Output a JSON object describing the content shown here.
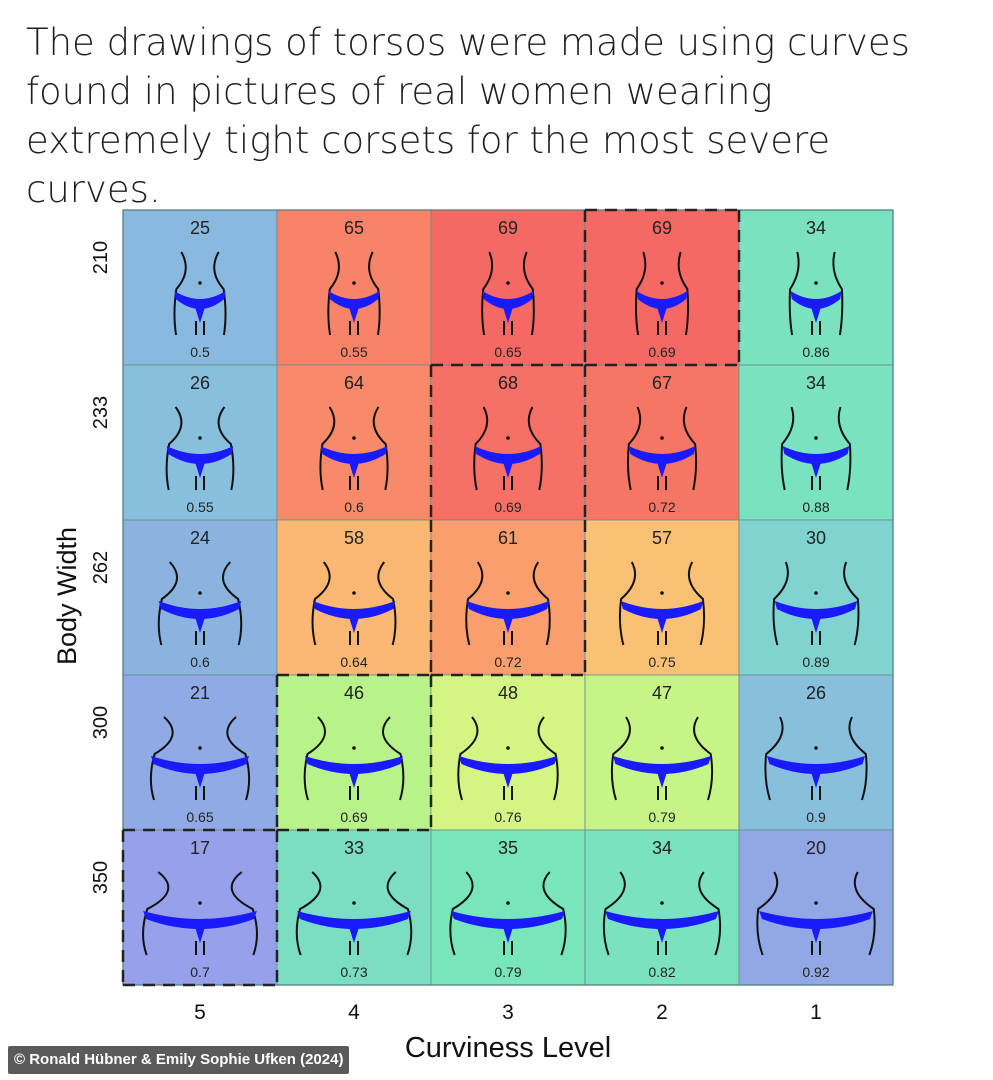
{
  "caption": "The drawings of torsos were made using curves found in pictures of real women wearing extremely tight corsets for the most severe curves.",
  "credit": "© Ronald Hübner & Emily Sophie Ufken (2024)",
  "chart_data": {
    "type": "heatmap",
    "xlabel": "Curviness Level",
    "ylabel": "Body Width",
    "x_categories": [
      "5",
      "4",
      "3",
      "2",
      "1"
    ],
    "y_categories": [
      "210",
      "233",
      "262",
      "300",
      "350"
    ],
    "values": [
      [
        25,
        65,
        69,
        69,
        34
      ],
      [
        26,
        64,
        68,
        67,
        34
      ],
      [
        24,
        58,
        61,
        57,
        30
      ],
      [
        21,
        46,
        48,
        47,
        26
      ],
      [
        17,
        33,
        35,
        34,
        20
      ]
    ],
    "ratios": [
      [
        "0.5",
        "0.55",
        "0.65",
        "0.69",
        "0.86"
      ],
      [
        "0.55",
        "0.6",
        "0.69",
        "0.72",
        "0.88"
      ],
      [
        "0.6",
        "0.64",
        "0.72",
        "0.75",
        "0.89"
      ],
      [
        "0.65",
        "0.69",
        "0.76",
        "0.79",
        "0.9"
      ],
      [
        "0.7",
        "0.73",
        "0.79",
        "0.82",
        "0.92"
      ]
    ],
    "highlighted_cells": [
      [
        0,
        3
      ],
      [
        1,
        2
      ],
      [
        2,
        2
      ],
      [
        3,
        1
      ],
      [
        4,
        0
      ]
    ],
    "colors": {
      "garment": "#1a1aff",
      "outline": "#111111",
      "dashed_border": "#222222"
    }
  }
}
